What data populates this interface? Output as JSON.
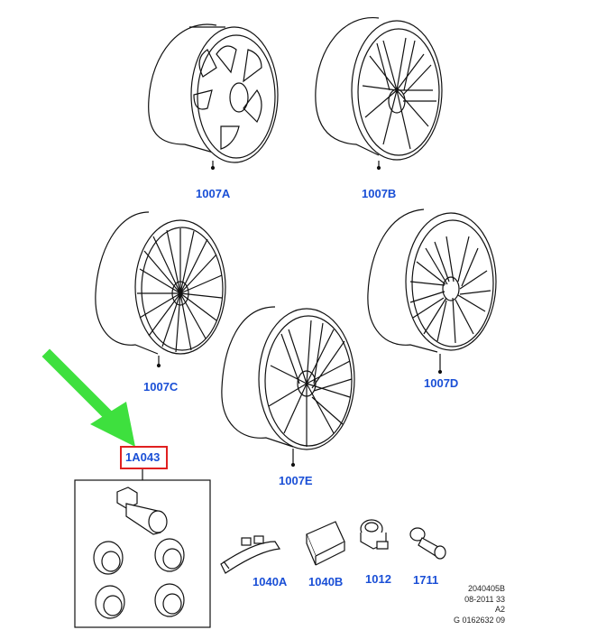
{
  "callouts": {
    "wheel_a": "1007A",
    "wheel_b": "1007B",
    "wheel_c": "1007C",
    "wheel_d": "1007D",
    "wheel_e": "1007E",
    "lock_kit": "1A043",
    "sensor": "1040A",
    "sensor_pad": "1040B",
    "nut": "1012",
    "valve": "1711"
  },
  "meta": {
    "line1": "2040405B",
    "line2": "08-2011 33",
    "line3": "A2",
    "line4": "G 0162632 09"
  },
  "colors": {
    "callout": "#1a4fd6",
    "highlight": "#e02020",
    "arrow": "#3ee03e"
  }
}
